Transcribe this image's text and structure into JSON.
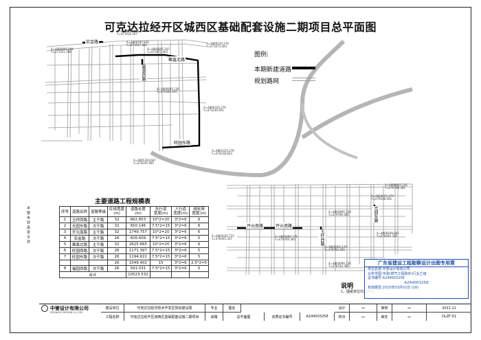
{
  "title": "可克达拉经开区城西区基础配套设施二期项目总平面图",
  "legend": {
    "title": "图例:",
    "items": [
      {
        "label": "本期新建道路",
        "color": "#000000"
      },
      {
        "label": "规划路网",
        "color": "#9a9a9a"
      }
    ]
  },
  "road_labels": {
    "shijin": "实金路",
    "jubao_north": "聚鑫北路",
    "wangyuan_east": "旺园东路",
    "kaiyuan_south_1": "开元南路",
    "kaiyuan_south_2": "开元南路",
    "fuyuan_west": "富源西路",
    "yuxing_west": "玉枰西路",
    "guangyuan_east": "光园东路"
  },
  "coords": [
    "X=4866805.264\nY=471551.596",
    "X=4866804.202\nY=471910.267",
    "X=4866787.830\nY=471957.403",
    "X=4866805.347\nY=471872.403",
    "X=4866805.136\nY=472484.435",
    "X=4866520.276\nY=471873.403",
    "X=4866325.276\nY=473240.831",
    "X=4865320.667\nY=474245.965",
    "X=4865325.276\nY=474238.823",
    "X=4866025.479\nY=479548.926",
    "X=4865895.728\nY=479789.365",
    "X=4865880.779\nY=479784.365",
    "X=4866649.881\nY=476045.326",
    "X=4865020.722\nY=478395.357",
    "X=4865005.270\nY=478783.365",
    "X=4864990.726\nY=478783.365",
    "X=4866605.226\nY=476789.365"
  ],
  "table": {
    "title": "主要道路工程规模表",
    "headers": [
      "序号",
      "道路名称",
      "道路等级",
      "红线宽度\n(m)",
      "道路长度\n(m)",
      "车行道\n宽度(m)",
      "人行道\n宽度(m)",
      "绿化带\n宽度(m)"
    ],
    "rows": [
      [
        "1",
        "玉枰西路",
        "主干路",
        "32",
        "662.853",
        "10*2=20",
        "3*2=6",
        "6"
      ],
      [
        "2",
        "光园东路",
        "次干路",
        "32",
        "650.146",
        "7.5*2=15",
        "3*2=6",
        "6"
      ],
      [
        "3",
        "开元南路",
        "主干路",
        "32",
        "1749.757",
        "10*2=20",
        "3*2=6",
        "6"
      ],
      [
        "4",
        "实金路",
        "次干路",
        "26",
        "826.609",
        "7.5*2=15",
        "3*2=6",
        "5"
      ],
      [
        "5",
        "聚鑫北路",
        "主干路",
        "32",
        "2625.665",
        "10*2=20",
        "3*2=6",
        "6"
      ],
      [
        "6",
        "旺园西路",
        "次干路",
        "26",
        "1171.397",
        "7.5*2=15",
        "3*2=6",
        "5"
      ],
      [
        "7",
        "旺园东路",
        "次干路",
        "26",
        "1194.622",
        "7.5*2=15",
        "3*2=6",
        "5"
      ],
      [
        "",
        "",
        "",
        "26",
        "1049.402",
        "15",
        "3*2=6",
        "2.5*2=5"
      ],
      [
        "8",
        "福园西路",
        "次干路",
        "26",
        "591.031",
        "7.5*2=15",
        "3*2=6",
        "5"
      ]
    ],
    "total_label": "合计",
    "total_value": "10523.532"
  },
  "notes": {
    "title": "说明",
    "text": "1、图纸单位均以米计。"
  },
  "stamp": {
    "title": "广东省建设工程勘察设计出图专用章",
    "unit_line": "单位名称:中誉设计有限公司",
    "scope_line": "业务范围:市政(燃气工程除外)行业乙级",
    "cert_line": "证书编号:A244003258",
    "number_line": "A244003258",
    "validity_line": "有效期至:2025年03月02日  (18)"
  },
  "title_block": {
    "company": "中誉设计有限公司",
    "company_en": "ZHONGYU DESIGN CO.,LTD.",
    "developer_label": "建设单位",
    "developer": "可克达拉经济技术开发区规划建设局",
    "project_label": "工程名称",
    "project": "可克达拉经开区城西区基础配套设施二期项目",
    "major_label": "专业",
    "major": "道路",
    "drawing_name_label": "图名",
    "drawing_name": "总平面图",
    "cert_label": "资质证书编号",
    "cert": "A244003258",
    "design_label": "设计",
    "check_label": "校对",
    "review_label": "审核",
    "approve_label": "审定",
    "date": "2021.12",
    "drawing_no": "DLZF-01"
  },
  "side_text": "本图未经盖章无效"
}
